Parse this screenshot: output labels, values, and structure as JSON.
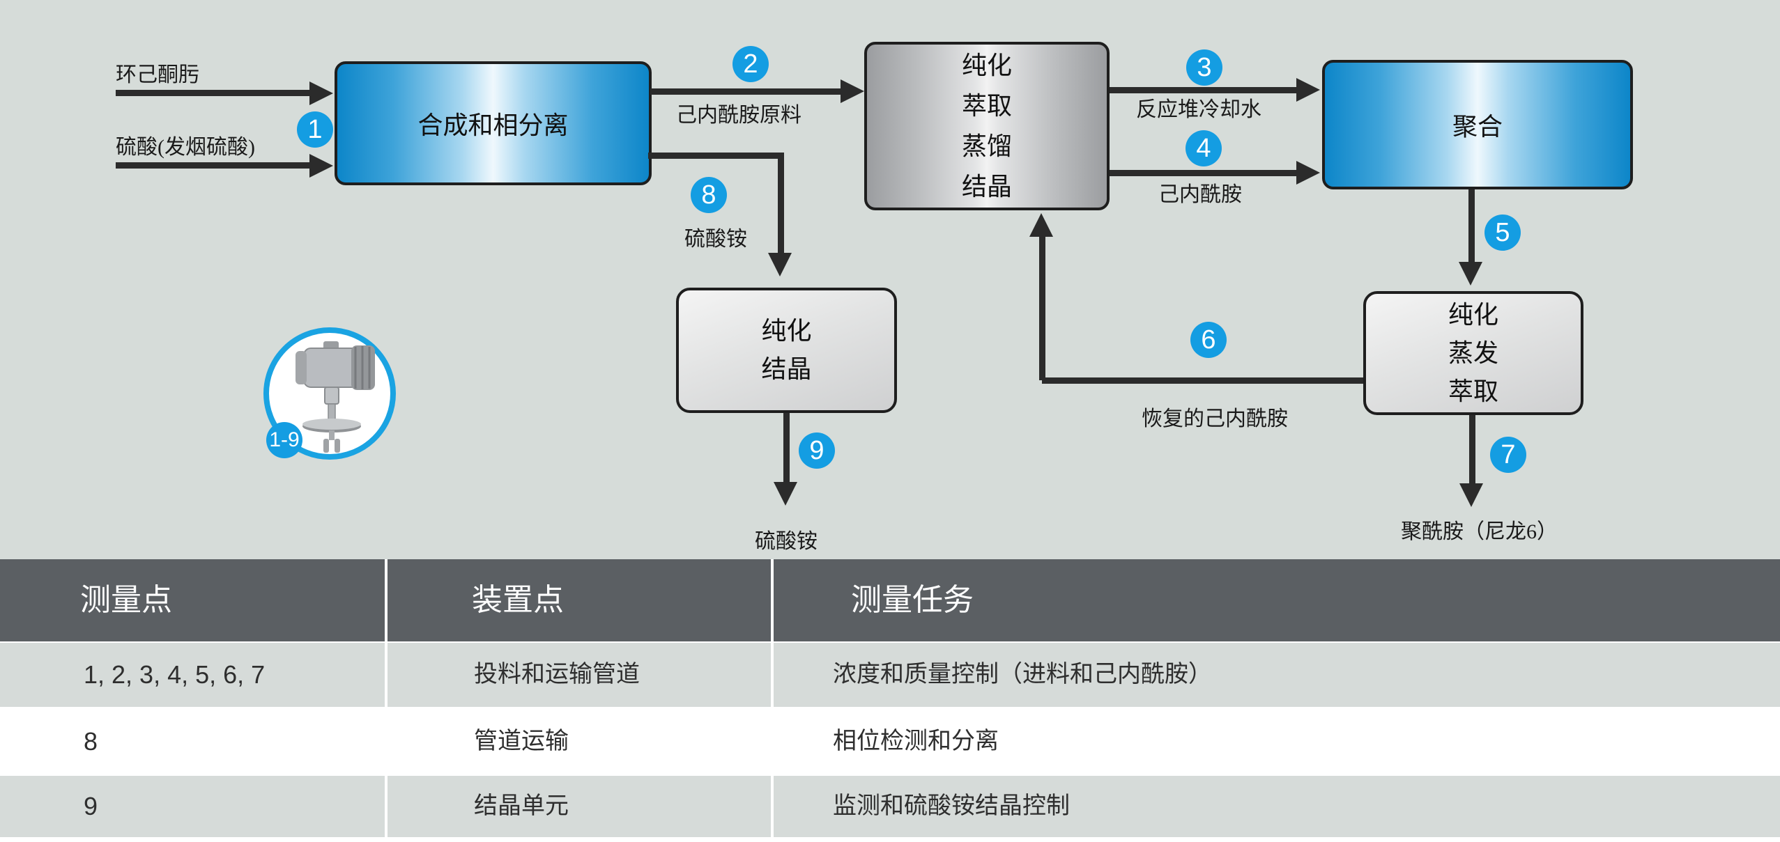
{
  "diagram": {
    "inputs": [
      {
        "label": "环己酮肟"
      },
      {
        "label": "硫酸(发烟硫酸)"
      }
    ],
    "boxes": {
      "synthesis": {
        "label": "合成和相分离"
      },
      "purification_extraction": {
        "lines": [
          "纯化",
          "萃取",
          "蒸馏",
          "结晶"
        ]
      },
      "polymerization": {
        "label": "聚合"
      },
      "purification_crystallization": {
        "lines": [
          "纯化",
          "结晶"
        ]
      },
      "purification_evaporation": {
        "lines": [
          "纯化",
          "蒸发",
          "萃取"
        ]
      }
    },
    "badges": {
      "b1": "1",
      "b2": "2",
      "b3": "3",
      "b4": "4",
      "b5": "5",
      "b6": "6",
      "b7": "7",
      "b8": "8",
      "b9": "9"
    },
    "stream_labels": {
      "caprolactam_feed": "己内酰胺原料",
      "ammonium_sulfate_8": "硫酸铵",
      "reactor_cooling_water": "反应堆冷却水",
      "caprolactam": "己内酰胺",
      "recovered_caprolactam": "恢复的己内酰胺",
      "ammonium_sulfate_9": "硫酸铵",
      "polyamide_nylon6": "聚酰胺（尼龙6）"
    },
    "instrument_badge": "1-9"
  },
  "table": {
    "headers": [
      "测量点",
      "装置点",
      "测量任务"
    ],
    "rows": [
      {
        "points": "1, 2, 3, 4, 5, 6, 7",
        "location": "投料和运输管道",
        "task": "浓度和质量控制（进料和己内酰胺）"
      },
      {
        "points": "8",
        "location": "管道运输",
        "task": "相位检测和分离"
      },
      {
        "points": "9",
        "location": "结晶单元",
        "task": "监测和硫酸铵结晶控制"
      }
    ]
  },
  "colors": {
    "background": "#d6dcd9",
    "badge_blue": "#149de2",
    "box_blue": "#0d86c9",
    "table_header_gray": "#5b5f63",
    "line_black": "#2b2b2b"
  }
}
